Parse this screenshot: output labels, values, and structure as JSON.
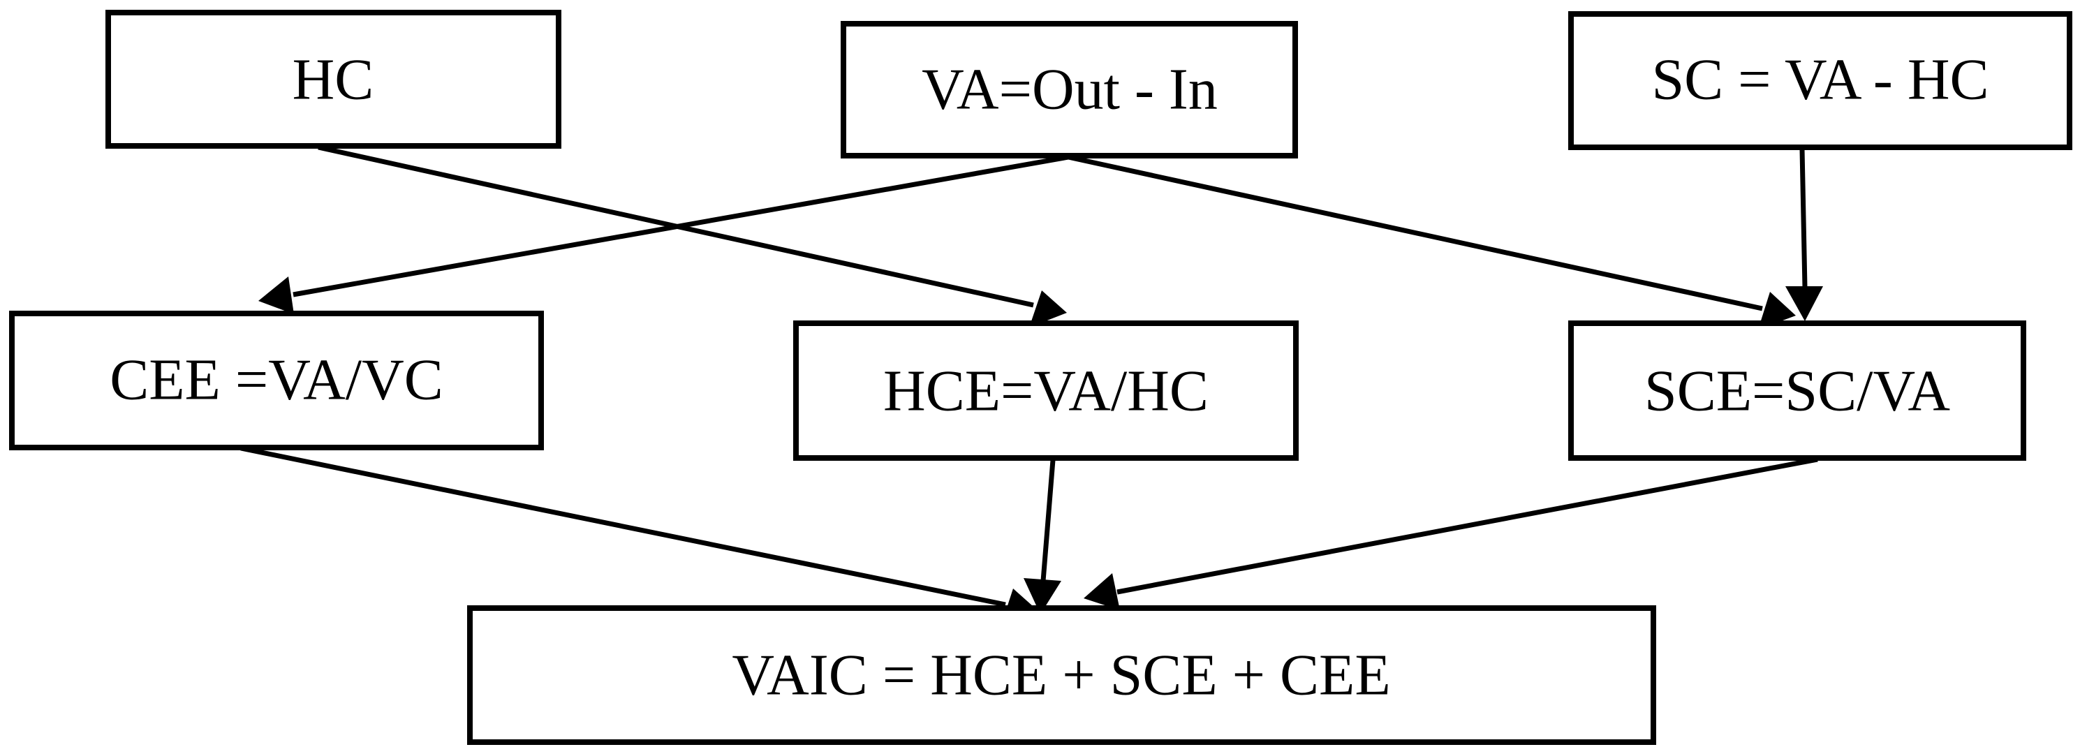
{
  "nodes": {
    "hc": "HC",
    "va": "VA=Out - In",
    "sc": "SC = VA - HC",
    "cee": "CEE =VA/VC",
    "hce": "HCE=VA/HC",
    "sce": "SCE=SC/VA",
    "vaic": "VAIC = HCE + SCE + CEE"
  },
  "edges": [
    {
      "from": "hc",
      "to": "hce"
    },
    {
      "from": "va",
      "to": "cee"
    },
    {
      "from": "va",
      "to": "sce"
    },
    {
      "from": "sc",
      "to": "sce"
    },
    {
      "from": "cee",
      "to": "vaic"
    },
    {
      "from": "hce",
      "to": "vaic"
    },
    {
      "from": "sce",
      "to": "vaic"
    }
  ]
}
